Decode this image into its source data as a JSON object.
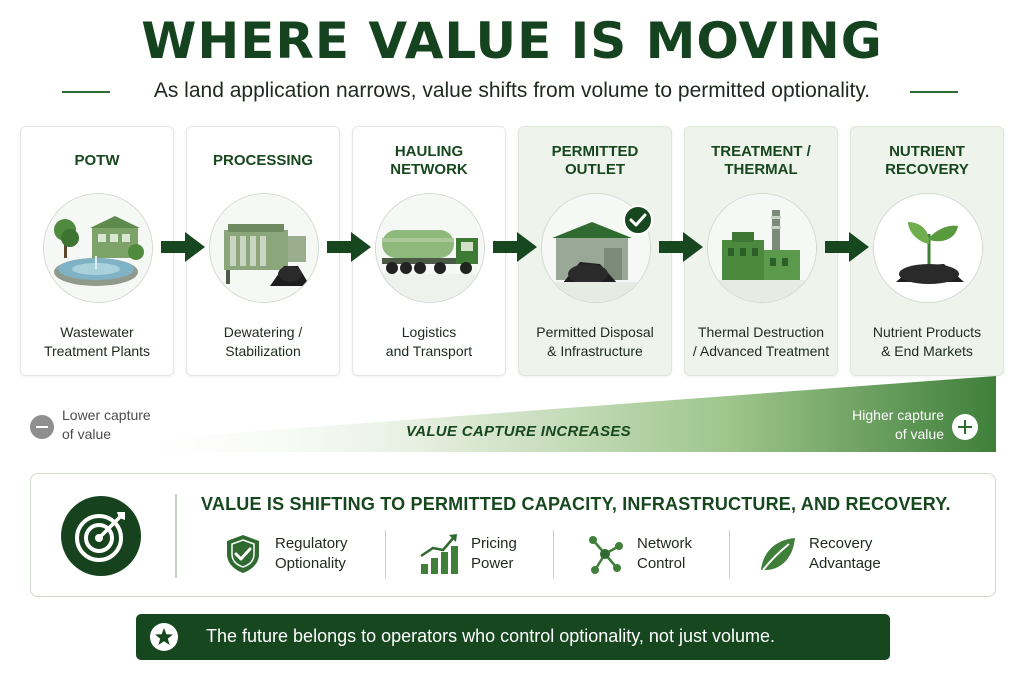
{
  "header": {
    "title": "WHERE VALUE IS MOVING",
    "subtitle": "As land application narrows, value shifts from volume to permitted optionality."
  },
  "stages": [
    {
      "label": "POTW",
      "desc_line1": "Wastewater",
      "desc_line2": "Treatment Plants",
      "icon": "treatment-plant-icon"
    },
    {
      "label": "PROCESSING",
      "desc_line1": "Dewatering /",
      "desc_line2": "Stabilization",
      "icon": "dewatering-machine-icon"
    },
    {
      "label": "HAULING NETWORK",
      "desc_line1": "Logistics",
      "desc_line2": "and Transport",
      "icon": "tanker-truck-icon"
    },
    {
      "label": "PERMITTED OUTLET",
      "desc_line1": "Permitted Disposal",
      "desc_line2": "& Infrastructure",
      "icon": "disposal-facility-icon"
    },
    {
      "label": "TREATMENT / THERMAL",
      "desc_line1": "Thermal Destruction",
      "desc_line2": "/ Advanced Treatment",
      "icon": "thermal-plant-icon"
    },
    {
      "label": "NUTRIENT RECOVERY",
      "desc_line1": "Nutrient Products",
      "desc_line2": "& End Markets",
      "icon": "sprout-icon"
    }
  ],
  "capture_scale": {
    "low_line1": "Lower capture",
    "low_line2": "of value",
    "label": "VALUE CAPTURE INCREASES",
    "high_line1": "Higher capture",
    "high_line2": "of value"
  },
  "summary": {
    "heading": "VALUE IS SHIFTING TO PERMITTED CAPACITY, INFRASTRUCTURE, AND RECOVERY.",
    "pillars": [
      {
        "line1": "Regulatory",
        "line2": "Optionality",
        "icon": "shield-check-icon"
      },
      {
        "line1": "Pricing",
        "line2": "Power",
        "icon": "bar-chart-up-icon"
      },
      {
        "line1": "Network",
        "line2": "Control",
        "icon": "network-nodes-icon"
      },
      {
        "line1": "Recovery",
        "line2": "Advantage",
        "icon": "leaf-icon"
      }
    ]
  },
  "footer": {
    "text": "The future belongs to operators who control optionality, not just volume.",
    "icon": "star-icon"
  },
  "colors": {
    "dark_green": "#17471f",
    "mid_green": "#3f7f3a",
    "light_green": "#9bc48a"
  }
}
